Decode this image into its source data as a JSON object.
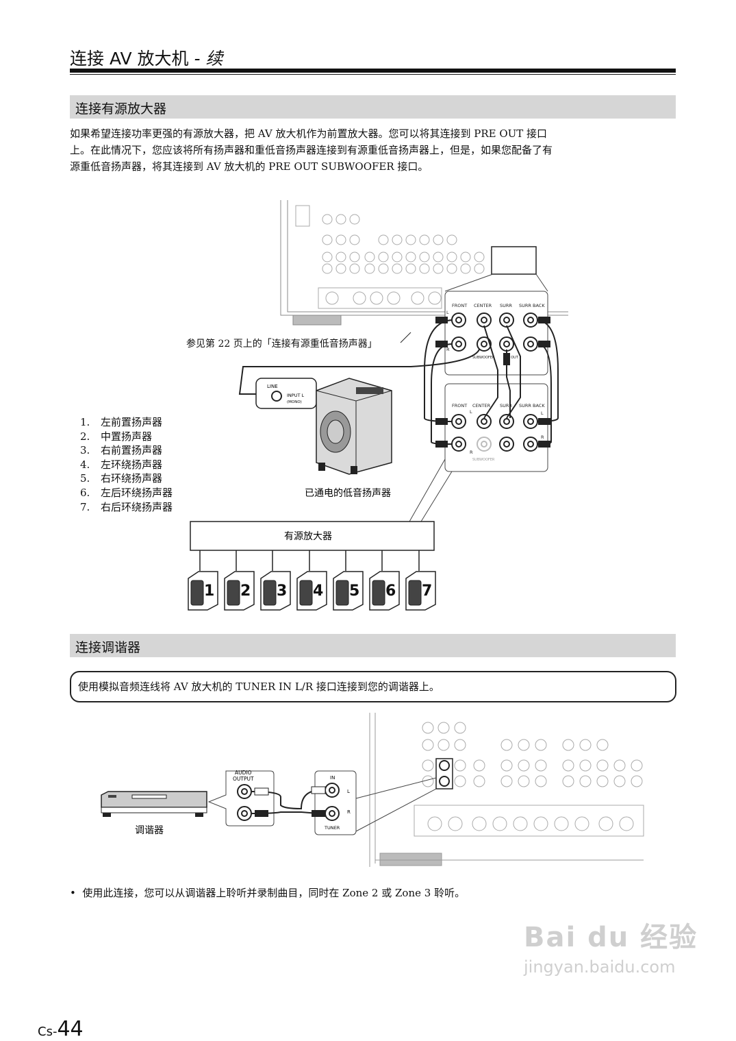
{
  "header": {
    "title": "连接 AV 放大机",
    "separator": " - ",
    "subtitle": "续"
  },
  "section1": {
    "heading": "连接有源放大器",
    "paragraph": [
      "如果希望连接功率更强的有源放大器，把 AV 放大机作为前置放大器。您可以将其连接到 PRE OUT 接口",
      "上。在此情况下，您应该将所有扬声器和重低音扬声器连接到有源重低音扬声器上，但是，如果您配备了有",
      "源重低音扬声器，将其连接到 AV 放大机的 PRE OUT SUBWOOFER 接口。"
    ],
    "reference_note": "参见第 22 页上的「连接有源重低音扬声器」",
    "speaker_list": [
      {
        "num": "1.",
        "label": "左前置扬声器"
      },
      {
        "num": "2.",
        "label": "中置扬声器"
      },
      {
        "num": "3.",
        "label": "右前置扬声器"
      },
      {
        "num": "4.",
        "label": "左环绕扬声器"
      },
      {
        "num": "5.",
        "label": "右环绕扬声器"
      },
      {
        "num": "6.",
        "label": "左后环绕扬声器"
      },
      {
        "num": "7.",
        "label": "右后环绕扬声器"
      }
    ],
    "diagram": {
      "subwoofer_caption": "已通电的低音扬声器",
      "amplifier_label": "有源放大器",
      "line_label": "LINE",
      "input_label": "INPUT  L",
      "mono_label": "(MONO)",
      "jack_labels": {
        "front": "FRONT",
        "center": "CENTER",
        "surr": "SURR",
        "surr_back": "SURR BACK",
        "subwoofer": "SUBWOOFER",
        "pre_out": "PRE OUT",
        "l": "L",
        "r": "R"
      },
      "speaker_numbers": [
        "1",
        "2",
        "3",
        "4",
        "5",
        "6",
        "7"
      ]
    }
  },
  "section2": {
    "heading": "连接调谐器",
    "instruction": "使用模拟音频连线将 AV 放大机的 TUNER IN L/R 接口连接到您的调谐器上。",
    "diagram": {
      "tuner_caption": "调谐器",
      "audio_output": [
        "AUDIO",
        "OUTPUT"
      ],
      "in_label": "IN",
      "tuner_label": "TUNER",
      "l": "L",
      "r": "R"
    },
    "bullet": "使用此连接，您可以从调谐器上聆听并录制曲目，同时在 Zone 2 或 Zone 3 聆听。"
  },
  "footer": {
    "page_prefix": "Cs-",
    "page_number": "44",
    "watermark_line1": "Bai du 经验",
    "watermark_line2": "jingyan.baidu.com"
  }
}
